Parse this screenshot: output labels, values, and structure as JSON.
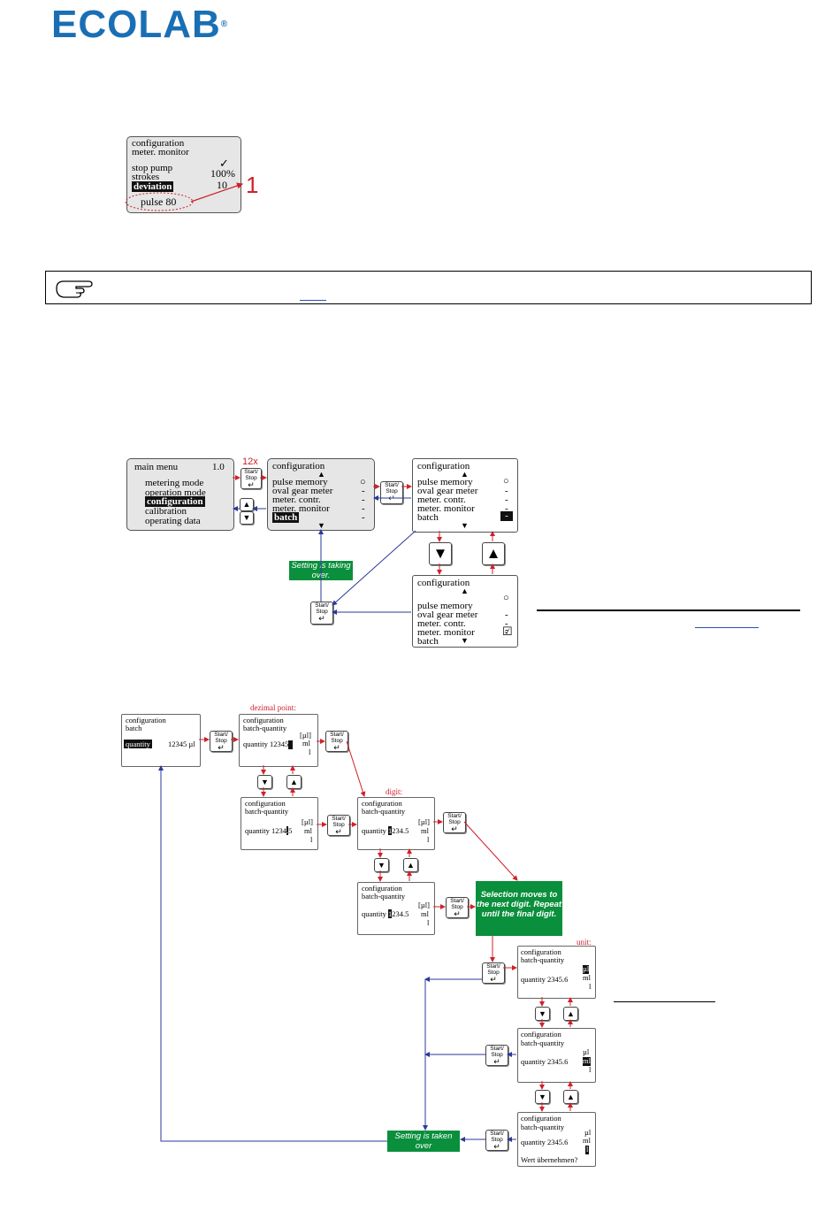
{
  "logo": {
    "text": "ECOLAB",
    "mark": "®"
  },
  "screen1": {
    "title": "configuration",
    "subtitle": "meter. monitor",
    "row1": "stop pump",
    "row1_value": "✓",
    "row2": "strokes",
    "row2_value": "100%",
    "row3": "deviation",
    "row3_value": "10",
    "pulse": "pulse 80",
    "callout": "1"
  },
  "note": {
    "icon": "pointing-hand-icon"
  },
  "diagram2": {
    "main_menu": {
      "title": "main menu",
      "version": "1.0",
      "items": [
        "metering mode",
        "operation mode",
        "configuration",
        "calibration",
        "operating data"
      ]
    },
    "times_label": "12x",
    "config_a": {
      "title": "configuration",
      "items": [
        "pulse memory",
        "oval gear meter",
        "meter. contr.",
        "meter. monitor",
        "batch"
      ],
      "marks": [
        "○",
        "-",
        "-",
        "-",
        "-"
      ]
    },
    "config_b": {
      "title": "configuration",
      "items": [
        "pulse memory",
        "oval gear meter",
        "meter. contr.",
        "meter. monitor",
        "batch"
      ],
      "marks": [
        "○",
        "-",
        "-",
        "-",
        "-"
      ]
    },
    "config_c": {
      "title": "configuration",
      "items": [
        "pulse memory",
        "oval gear meter",
        "meter. contr.",
        "meter. monitor",
        "batch"
      ],
      "marks": [
        "○",
        "-",
        "-",
        "-",
        "☑"
      ]
    },
    "green": "Setting is taking over.",
    "up": "▲",
    "down": "▼"
  },
  "button": {
    "line1": "Start/",
    "line2": "Stop",
    "enter": "↵"
  },
  "diagram3": {
    "labels": {
      "decimal": "dezimal point:",
      "digit": "digit:",
      "unit": "unit:"
    },
    "batch": {
      "title": "configuration",
      "sub": "batch",
      "key": "quantity",
      "value": "12345 µl"
    },
    "bq_title": "configuration",
    "bq_sub": "batch-quantity",
    "units": [
      "[µl]",
      "ml",
      "l"
    ],
    "d1": {
      "quantity": "quantity 12345",
      "cursor": "."
    },
    "d2": {
      "quantity": "quantity 1234",
      "cursor": ".",
      "tail": "5"
    },
    "d3": {
      "quantity": "quantity ",
      "cursor": "1",
      "tail": "234.5"
    },
    "d4": {
      "quantity": "quantity ",
      "cursor": "1",
      "tail": "234.5"
    },
    "u1": {
      "quantity": "quantity 2345.6",
      "units": [
        "µl",
        "ml",
        "l"
      ]
    },
    "u2": {
      "quantity": "quantity 2345.6",
      "units": [
        "µl",
        "ml",
        "l"
      ]
    },
    "u3": {
      "quantity": "quantity 2345.6",
      "units": [
        "µl",
        "ml",
        "l"
      ],
      "prompt": "Wert übernehmen?"
    },
    "green_next": "Selection moves to the next digit. Repeat until the final digit.",
    "green_over": "Setting is taken over"
  }
}
